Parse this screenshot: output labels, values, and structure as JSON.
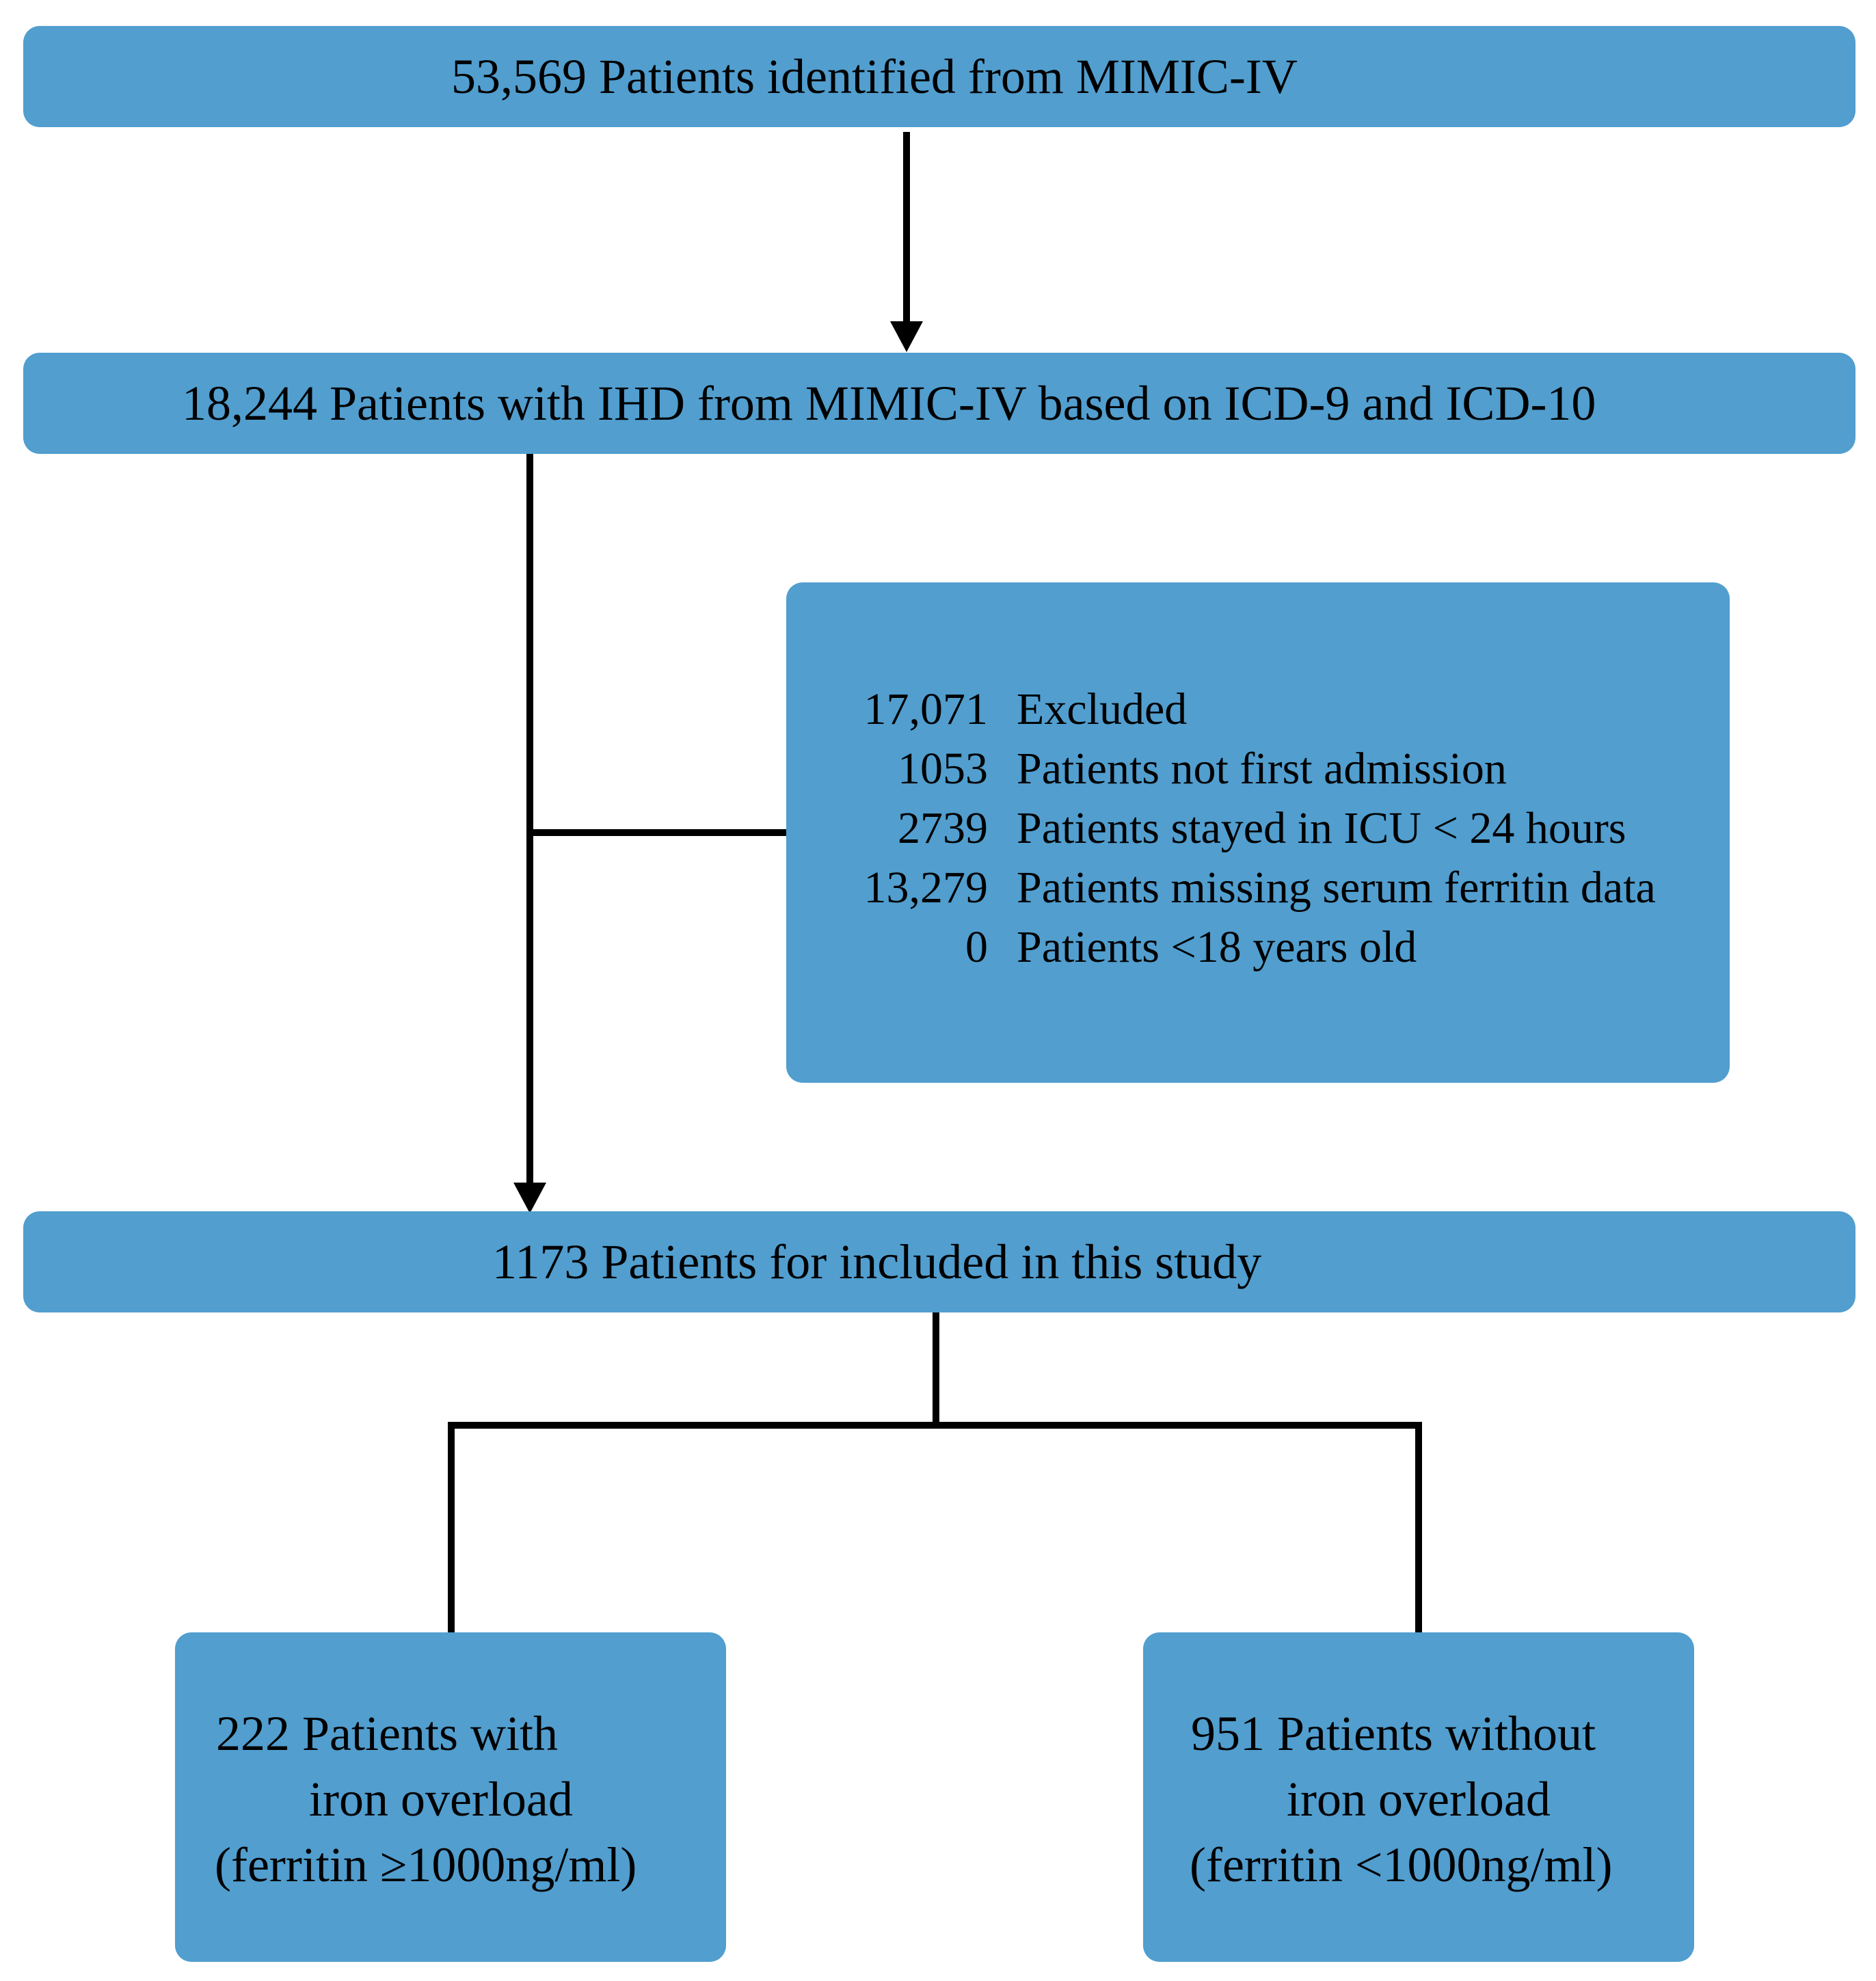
{
  "flowchart": {
    "identified": "53,569 Patients identified from MIMIC-IV",
    "ihd": "18,244 Patients with IHD from MIMIC-IV based on ICD-9 and ICD-10",
    "exclusions": [
      {
        "count": "17,071",
        "label": "Excluded"
      },
      {
        "count": "1053",
        "label": "Patients not first admission"
      },
      {
        "count": "2739",
        "label": "Patients stayed in ICU < 24 hours"
      },
      {
        "count": "13,279",
        "label": "Patients missing serum ferritin data"
      },
      {
        "count": "0",
        "label": "Patients <18 years old"
      }
    ],
    "included": "1173 Patients for included in this study",
    "group_with": {
      "line1": "222 Patients with",
      "line2": "iron overload",
      "line3": "(ferritin ≥1000ng/ml)"
    },
    "group_without": {
      "line1": "951 Patients without",
      "line2": "iron overload",
      "line3": "(ferritin <1000ng/ml)"
    },
    "colors": {
      "box_fill": "#519ecf",
      "text": "#000000",
      "connector": "#000000"
    }
  }
}
